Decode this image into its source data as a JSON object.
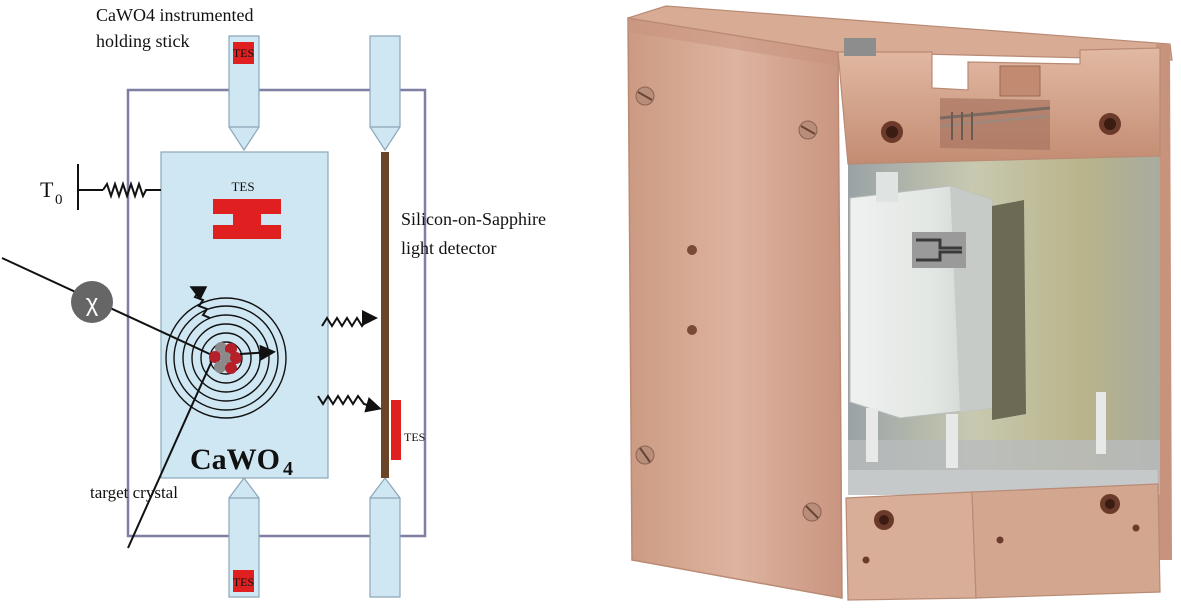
{
  "labels": {
    "stick_title_line1": "CaWO4 instrumented",
    "stick_title_line2": "holding stick",
    "tes_stick_top": "TES",
    "tes_stick_bottom": "TES",
    "tes_crystal": "TES",
    "tes_light_detector": "TES",
    "bath_symbol": "T",
    "bath_subscript": "0",
    "light_detector_line1": "Silicon-on-Sapphire",
    "light_detector_line2": "light detector",
    "chi_particle": "χ",
    "crystal_formula": "CaWO",
    "crystal_formula_subscript": "4",
    "target_crystal": "target crystal"
  },
  "colors": {
    "crystal_fill": "#cfe7f3",
    "stick_fill": "#cfe7f3",
    "tes_red": "#e02020",
    "frame_stroke": "#7f7fa3",
    "light_detector_brown": "#6b4526",
    "chi_circle": "#666666",
    "nucleus_red": "#b5202a",
    "nucleus_grey": "#8a8a8a",
    "copper": "#d7a890"
  }
}
